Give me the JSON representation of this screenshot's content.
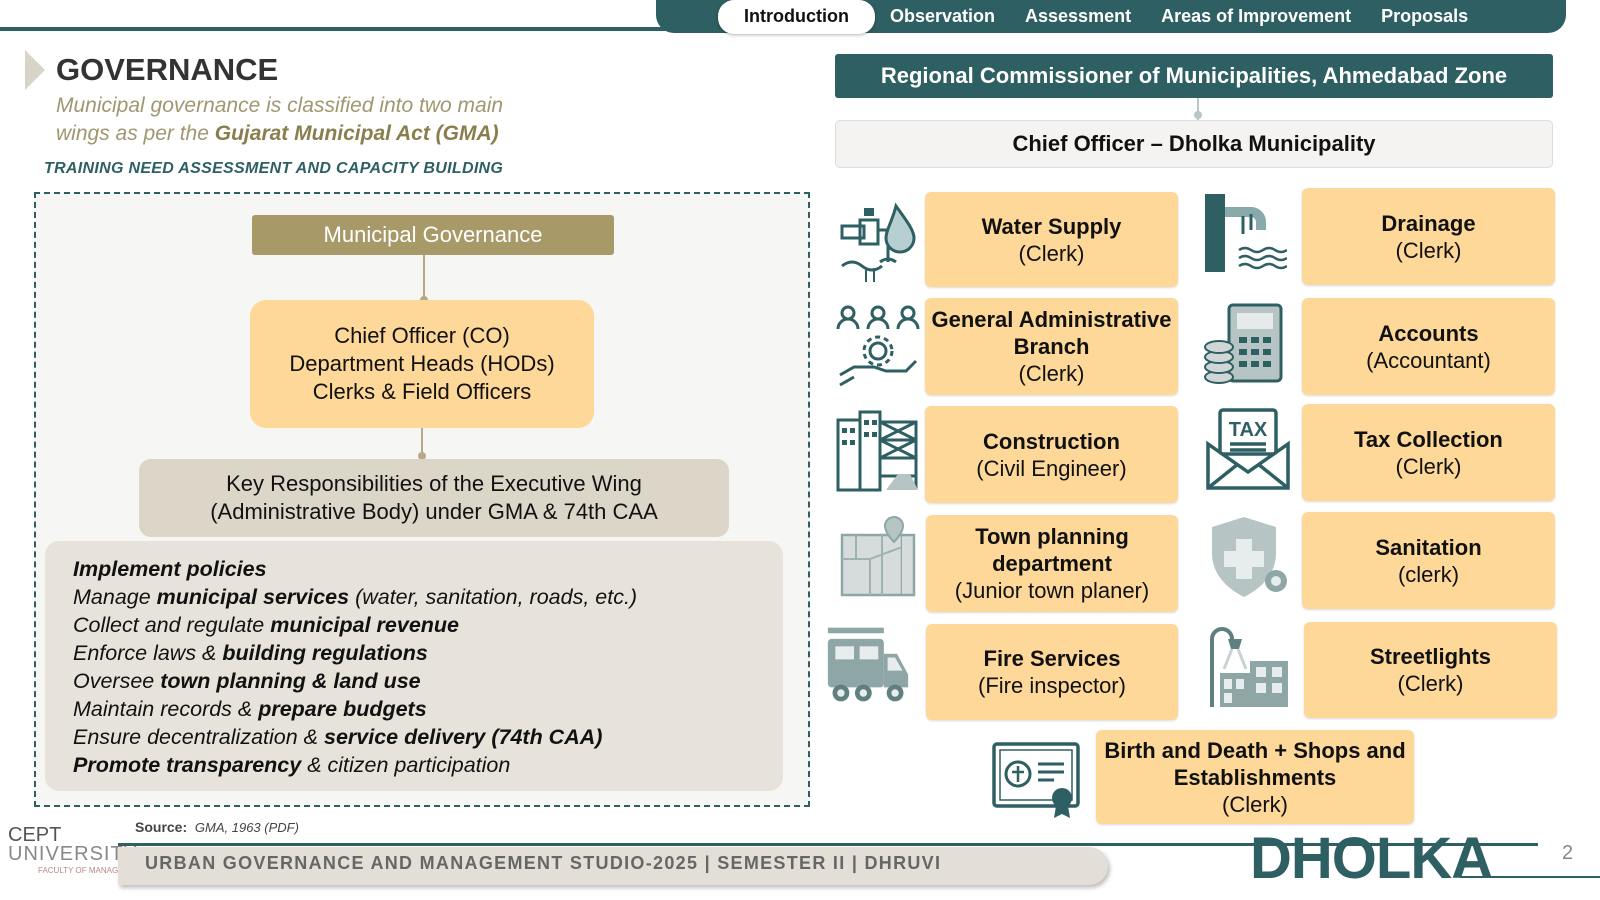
{
  "nav": {
    "tabs": [
      {
        "label": "Introduction",
        "active": true
      },
      {
        "label": "Observation"
      },
      {
        "label": "Assessment"
      },
      {
        "label": "Areas of Improvement"
      },
      {
        "label": "Proposals"
      }
    ]
  },
  "left": {
    "title": "GOVERNANCE",
    "subtitle_line1": "Municipal governance is classified into two main",
    "subtitle_line2_pre": "wings as per the ",
    "subtitle_line2_bold": "Gujarat Municipal Act (GMA)",
    "subhead": "TRAINING NEED ASSESSMENT AND CAPACITY BUILDING",
    "mg_label": "Municipal Governance",
    "co_lines": [
      "Chief Officer (CO)",
      "Department Heads (HODs)",
      "Clerks & Field Officers"
    ],
    "kr_lines": [
      "Key Responsibilities of the Executive Wing",
      "(Administrative Body) under GMA & 74th CAA"
    ],
    "responsibilities": [
      {
        "a": "",
        "b": "Implement policies",
        "c": ""
      },
      {
        "a": "Manage ",
        "b": "municipal services",
        "c": " (water, sanitation, roads, etc.)"
      },
      {
        "a": "Collect and regulate ",
        "b": "municipal revenue",
        "c": ""
      },
      {
        "a": "Enforce laws & ",
        "b": "building regulations",
        "c": ""
      },
      {
        "a": "Oversee ",
        "b": "town planning & land use",
        "c": ""
      },
      {
        "a": "Maintain records & ",
        "b": "prepare budgets",
        "c": ""
      },
      {
        "a": "Ensure decentralization & ",
        "b": "service delivery (74th CAA)",
        "c": ""
      },
      {
        "a": "",
        "b": "Promote transparency",
        "c": " & citizen participation"
      }
    ],
    "source_label": "Source:",
    "source_text": "GMA, 1963 (PDF)"
  },
  "right": {
    "rc_title": "Regional Commissioner of Municipalities, Ahmedabad Zone",
    "chief_title": "Chief Officer – Dholka Municipality",
    "departments": [
      {
        "name": "Water Supply",
        "role": "(Clerk)",
        "icon": "water-tap-icon"
      },
      {
        "name": "Drainage",
        "role": "(Clerk)",
        "icon": "drain-pipe-icon"
      },
      {
        "name": "General Administrative Branch",
        "role": "(Clerk)",
        "icon": "people-gear-icon"
      },
      {
        "name": "Accounts",
        "role": "(Accountant)",
        "icon": "calculator-coins-icon"
      },
      {
        "name": "Construction",
        "role": "(Civil Engineer)",
        "icon": "building-construction-icon"
      },
      {
        "name": "Tax Collection",
        "role": "(Clerk)",
        "icon": "tax-envelope-icon"
      },
      {
        "name": "Town planning department",
        "role": "(Junior town planer)",
        "icon": "town-map-icon"
      },
      {
        "name": "Sanitation",
        "role": "(clerk)",
        "icon": "health-shield-icon"
      },
      {
        "name": "Fire Services",
        "role": "(Fire inspector)",
        "icon": "fire-truck-icon"
      },
      {
        "name": "Streetlights",
        "role": "(Clerk)",
        "icon": "streetlight-building-icon"
      },
      {
        "name": "Birth and Death + Shops and Establishments",
        "role": "(Clerk)",
        "icon": "certificate-icon"
      }
    ]
  },
  "footer": {
    "logo_line1": "CEPT",
    "logo_line2": "UNIVERSITY",
    "logo_line3": "FACULTY OF MANAGEMENT",
    "studio_text": "URBAN GOVERNANCE AND MANAGEMENT STUDIO-2025 | SEMESTER II | DHRUVI",
    "city": "DHOLKA",
    "page_number": "2"
  },
  "colors": {
    "teal": "#2e5f62",
    "gold": "#a89968",
    "card": "#fdd898",
    "beige": "#dcd6c8"
  }
}
